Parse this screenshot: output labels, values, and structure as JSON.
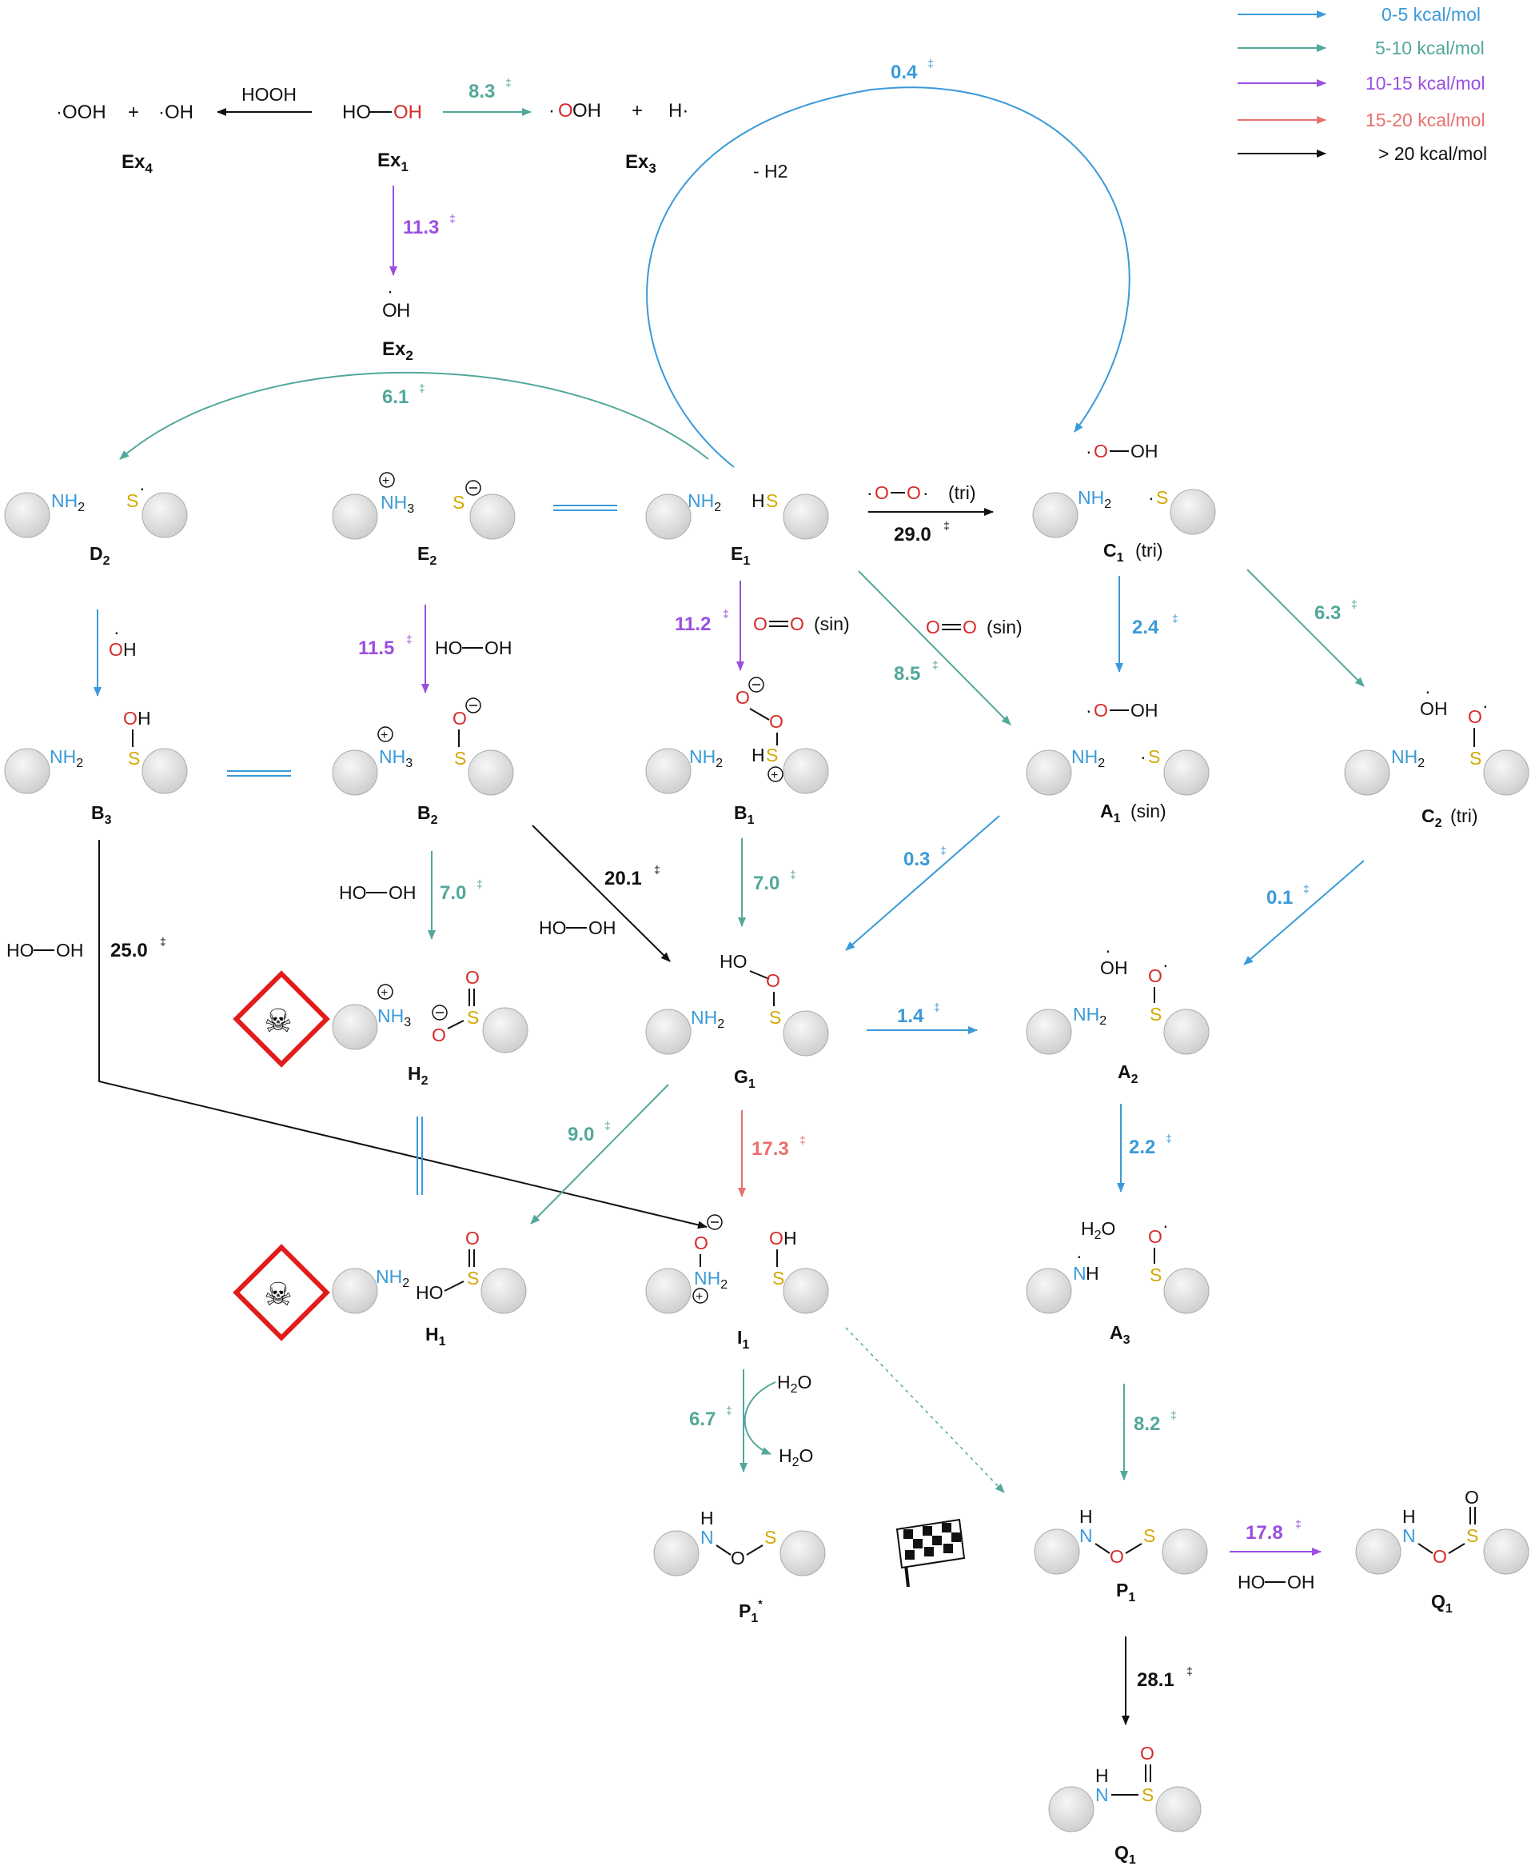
{
  "legend": [
    {
      "label": "0-5 kcal/mol",
      "color": "#3a9ad9"
    },
    {
      "label": "5-10 kcal/mol",
      "color": "#52a89a"
    },
    {
      "label": "10-15 kcal/mol",
      "color": "#9b4fe0"
    },
    {
      "label": "15-20 kcal/mol",
      "color": "#e8706e"
    },
    {
      "label": "> 20 kcal/mol",
      "color": "#111111"
    }
  ],
  "colors": {
    "N": "#3a9ad9",
    "O": "#d62b2b",
    "S": "#d4a800",
    "hazard": "#e21b1b",
    "bead": "#d6d6d6"
  },
  "species": {
    "Ex1": {
      "label": "Ex1",
      "text": [
        "HO",
        "OH"
      ]
    },
    "Ex2": {
      "label": "Ex2",
      "text": "OH"
    },
    "Ex3": {
      "label": "Ex3",
      "text": [
        "·OOH",
        "+",
        "H·"
      ]
    },
    "Ex4": {
      "label": "Ex4",
      "text": [
        "·OOH",
        "+",
        "·OH"
      ]
    },
    "A1": {
      "label": "A1",
      "suffix": "(sin)"
    },
    "A2": {
      "label": "A2"
    },
    "A3": {
      "label": "A3"
    },
    "B1": {
      "label": "B1"
    },
    "B2": {
      "label": "B2"
    },
    "B3": {
      "label": "B3"
    },
    "C1": {
      "label": "C1",
      "suffix": "(tri)"
    },
    "C2": {
      "label": "C2",
      "suffix": "(tri)"
    },
    "D2": {
      "label": "D2"
    },
    "E1": {
      "label": "E1"
    },
    "E2": {
      "label": "E2"
    },
    "G1": {
      "label": "G1"
    },
    "H1": {
      "label": "H1"
    },
    "H2": {
      "label": "H2"
    },
    "I1": {
      "label": "I1"
    },
    "P1": {
      "label": "P1"
    },
    "P1star": {
      "label": "P1"
    },
    "Q1a": {
      "label": "Q1"
    },
    "Q1b": {
      "label": "Q1"
    }
  },
  "reagents": {
    "hooh": "HOOH",
    "ho_oh": "HO—OH",
    "minus_h2": "- H2",
    "oo_sin": "O═O",
    "sin": "(sin)",
    "tri": "(tri)",
    "oo_tri": "·O—O·",
    "h2o": "H2O",
    "oh_radical": "OH",
    "ooh": "O—OH"
  },
  "barriers": [
    {
      "id": "ex1-ex3",
      "value": "8.3",
      "color": "#52a89a"
    },
    {
      "id": "ex1-ex2",
      "value": "11.3",
      "color": "#9b4fe0"
    },
    {
      "id": "e1-c1-loop",
      "value": "0.4",
      "color": "#3a9ad9"
    },
    {
      "id": "e1-d2",
      "value": "6.1",
      "color": "#52a89a"
    },
    {
      "id": "e1-c1",
      "value": "29.0",
      "color": "#111111"
    },
    {
      "id": "e1-b1",
      "value": "11.2",
      "color": "#9b4fe0"
    },
    {
      "id": "e1-a1",
      "value": "8.5",
      "color": "#52a89a"
    },
    {
      "id": "c1-a1",
      "value": "2.4",
      "color": "#3a9ad9"
    },
    {
      "id": "c1-c2",
      "value": "6.3",
      "color": "#52a89a"
    },
    {
      "id": "e2-b2",
      "value": "11.5",
      "color": "#9b4fe0"
    },
    {
      "id": "b2-h2",
      "value": "7.0",
      "color": "#52a89a"
    },
    {
      "id": "b2-g1",
      "value": "20.1",
      "color": "#111111"
    },
    {
      "id": "b1-g1",
      "value": "7.0",
      "color": "#52a89a"
    },
    {
      "id": "a1-g1",
      "value": "0.3",
      "color": "#3a9ad9"
    },
    {
      "id": "c2-a2",
      "value": "0.1",
      "color": "#3a9ad9"
    },
    {
      "id": "b3-i1",
      "value": "25.0",
      "color": "#111111"
    },
    {
      "id": "g1-a2",
      "value": "1.4",
      "color": "#3a9ad9"
    },
    {
      "id": "g1-h1",
      "value": "9.0",
      "color": "#52a89a"
    },
    {
      "id": "g1-i1",
      "value": "17.3",
      "color": "#e8706e"
    },
    {
      "id": "a2-a3",
      "value": "2.2",
      "color": "#3a9ad9"
    },
    {
      "id": "i1-p1star",
      "value": "6.7",
      "color": "#52a89a"
    },
    {
      "id": "a3-p1",
      "value": "8.2",
      "color": "#52a89a"
    },
    {
      "id": "p1-q1a",
      "value": "17.8",
      "color": "#9b4fe0"
    },
    {
      "id": "p1-q1b",
      "value": "28.1",
      "color": "#111111"
    }
  ],
  "ts_symbol": "‡"
}
